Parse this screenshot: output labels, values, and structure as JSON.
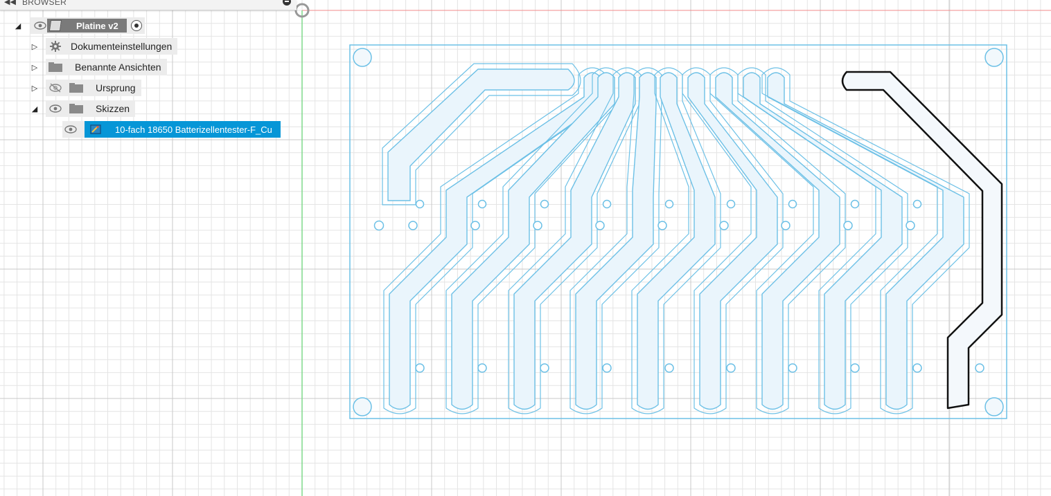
{
  "browser": {
    "title": "BROWSER",
    "collapse_glyph": "◀◀"
  },
  "tree": {
    "root": {
      "label": "Platine v2",
      "expanded": true
    },
    "items": [
      {
        "label": "Dokumenteinstellungen",
        "icon": "gear-icon",
        "expanded": false
      },
      {
        "label": "Benannte Ansichten",
        "icon": "folder-icon",
        "expanded": false
      },
      {
        "label": "Ursprung",
        "icon": "folder-icon",
        "visible": false,
        "expanded": false
      },
      {
        "label": "Skizzen",
        "icon": "folder-icon",
        "visible": true,
        "expanded": true
      }
    ],
    "sketch": {
      "label": "10-fach 18650 Batterizellentester-F_Cu",
      "selected": true
    }
  },
  "colors": {
    "accent": "#0696d7",
    "trace": "#6cc0e6",
    "trace_fill": "#eaf5fc",
    "grid": "#e4e4e4",
    "grid_major": "#c8c8c8",
    "axis_x": "#f08a8a",
    "axis_y": "#7ed98a",
    "highlight": "#111111"
  }
}
